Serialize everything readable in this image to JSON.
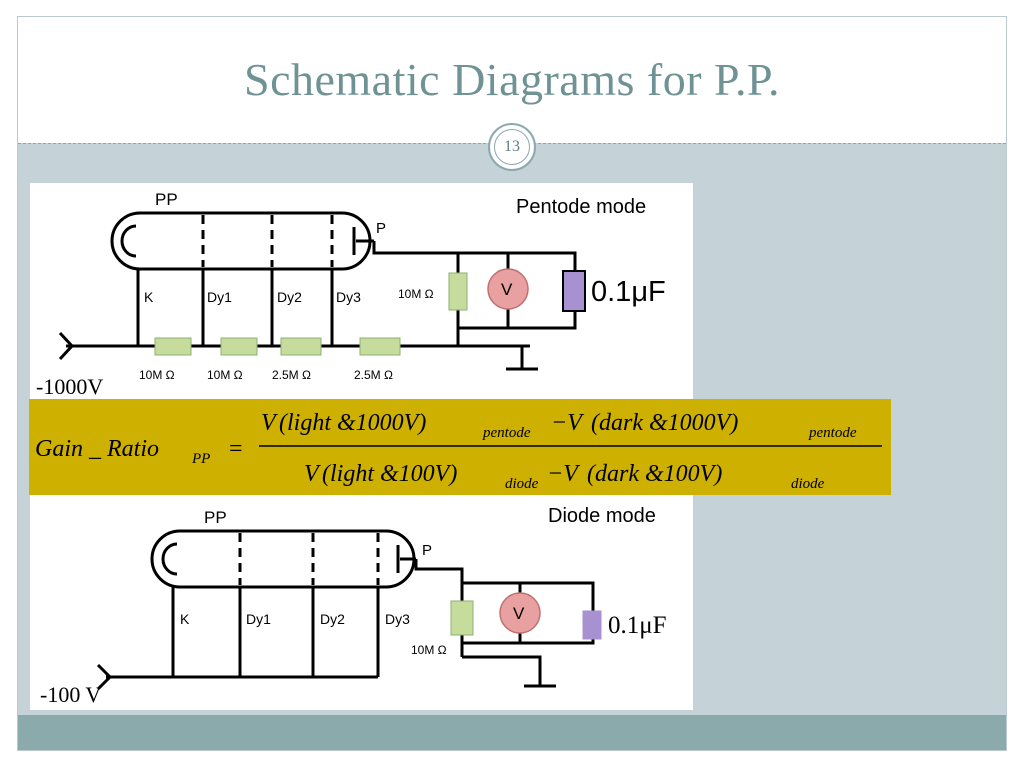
{
  "slide": {
    "title": "Schematic Diagrams for P.P.",
    "page_number": "13"
  },
  "pentode_circuit": {
    "mode_label": "Pentode mode",
    "tube_label": "PP",
    "plate_label": "P",
    "electrodes": [
      "K",
      "Dy1",
      "Dy2",
      "Dy3"
    ],
    "resistors": [
      "10M Ω",
      "10M Ω",
      "2.5M Ω",
      "2.5M Ω"
    ],
    "load_resistor": "10M Ω",
    "meter": "V",
    "capacitor": "0.1μF",
    "supply": "-1000V"
  },
  "diode_circuit": {
    "mode_label": "Diode mode",
    "tube_label": "PP",
    "plate_label": "P",
    "electrodes": [
      "K",
      "Dy1",
      "Dy2",
      "Dy3"
    ],
    "load_resistor": "10M Ω",
    "meter": "V",
    "capacitor": "0.1μF",
    "supply": "-100 V"
  },
  "formula": {
    "lhs": "Gain _ Ratio",
    "lhs_sub": "PP",
    "numerator": [
      "V",
      "(light &1000V)",
      "pentode",
      "−V",
      "(dark &1000V)",
      "pentode"
    ],
    "denominator": [
      "V",
      "(light &100V)",
      "diode",
      "−V",
      "(dark &100V)",
      "diode"
    ]
  },
  "colors": {
    "slide_bg": "#c5d2d8",
    "title": "#6f9394",
    "footer": "#8aaaac",
    "formula_bg": "#cdb000",
    "resistor_fill": "#c5dc9c",
    "meter_fill": "#e8a0a0",
    "capacitor_fill": "#a791d0"
  }
}
